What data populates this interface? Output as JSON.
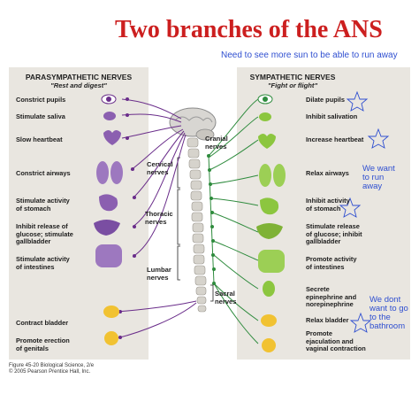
{
  "title": "Two branches of the ANS",
  "top_note": "Need to see more sun to be able to run away",
  "parasympathetic": {
    "header": "PARASYMPATHETIC NERVES",
    "subheader": "\"Rest and digest\"",
    "effects": [
      "Constrict pupils",
      "Stimulate saliva",
      "Slow heartbeat",
      "Constrict airways",
      "Stimulate activity\nof stomach",
      "Inhibit release of\nglucose; stimulate\ngallbladder",
      "Stimulate activity\nof intestines",
      "Contract bladder",
      "Promote erection\nof genitals"
    ]
  },
  "sympathetic": {
    "header": "SYMPATHETIC NERVES",
    "subheader": "\"Fight or flight\"",
    "effects": [
      "Dilate pupils",
      "Inhibit salivation",
      "Increase heartbeat",
      "Relax airways",
      "Inhibit activity\nof stomach",
      "Stimulate release\nof glucose; inhibit\ngallbladder",
      "Promote activity\nof intestines",
      "Secrete\nepinephrine and\nnorepinephrine",
      "Relax bladder",
      "Promote\nejaculation and\nvaginal contraction"
    ]
  },
  "nerve_labels": {
    "cranial": "Cranial\nnerves",
    "cervical": "Cervical\nnerves",
    "thoracic": "Thoracic\nnerves",
    "lumbar": "Lumbar\nnerves",
    "sacral": "Sacral\nnerves"
  },
  "handwritten_notes": {
    "want_to_run": "We want\nto run\naway",
    "bathroom": "We dont\nwant to go\nto the\nbathroom"
  },
  "caption": {
    "line1": "Figure 45-20  Biological Science, 2/e",
    "line2": "© 2005 Pearson Prentice Hall, Inc."
  },
  "colors": {
    "title": "#cc1f1f",
    "handwriting": "#2f4fd0",
    "parasympathetic_nerve": "#6a2d8a",
    "sympathetic_nerve": "#2e8b3d",
    "panel_background": "#e9e6e0",
    "organ_para": "#8b5fb0",
    "organ_symp": "#8cc63f"
  }
}
